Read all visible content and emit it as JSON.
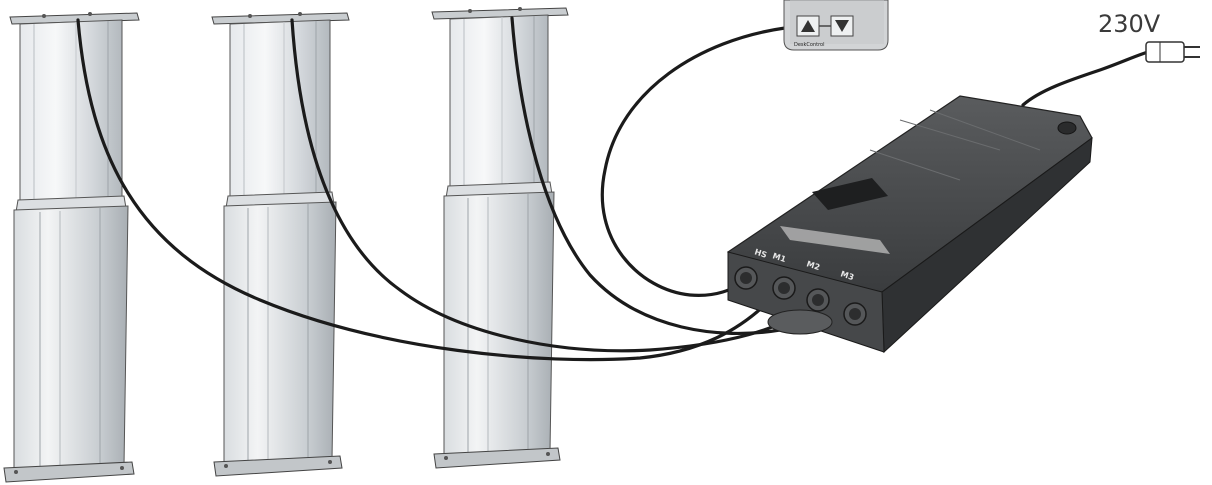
{
  "power": {
    "voltage_label": "230V"
  },
  "control_box": {
    "ports": [
      {
        "label": "HS"
      },
      {
        "label": "M1"
      },
      {
        "label": "M2"
      },
      {
        "label": "M3"
      }
    ]
  },
  "handset": {
    "brand_label": "DeskControl",
    "buttons": [
      {
        "icon": "up-arrow-icon"
      },
      {
        "icon": "down-arrow-icon"
      }
    ]
  },
  "colors": {
    "column_light": "#eef0f2",
    "column_mid": "#cfd3d7",
    "column_dark": "#a7adb3",
    "control_box_dark": "#3d3f41",
    "cable": "#1b1b1b"
  }
}
